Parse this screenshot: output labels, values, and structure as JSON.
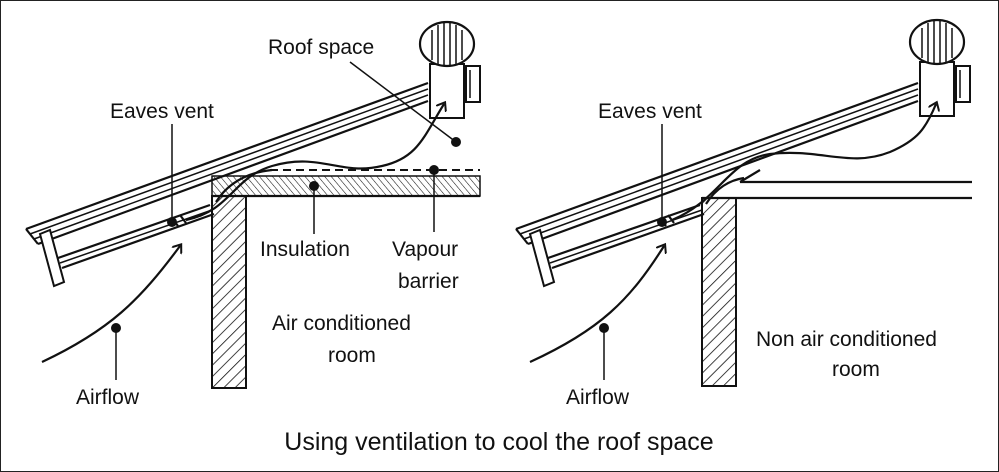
{
  "title": "Using ventilation to cool the roof space",
  "left": {
    "labels": {
      "roof_space": "Roof space",
      "eaves_vent": "Eaves vent",
      "insulation": "Insulation",
      "vapour_line1": "Vapour",
      "vapour_line2": "barrier",
      "room_line1": "Air conditioned",
      "room_line2": "room",
      "airflow": "Airflow"
    }
  },
  "right": {
    "labels": {
      "eaves_vent": "Eaves vent",
      "room_line1": "Non air conditioned",
      "room_line2": "room",
      "airflow": "Airflow"
    }
  },
  "colors": {
    "ink": "#111111",
    "background": "#ffffff"
  },
  "icons": [
    "roof-turbine-vent-icon",
    "eaves-vent-icon",
    "airflow-arrow-icon"
  ]
}
